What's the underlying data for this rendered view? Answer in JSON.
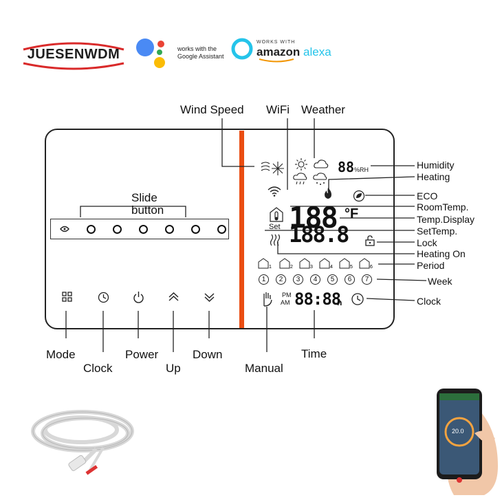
{
  "brand": {
    "logo_text": "JUESENWDM",
    "google": {
      "line1": "works with the",
      "line2": "Google Assistant"
    },
    "alexa": {
      "small": "WORKS WITH",
      "amazon": "amazon",
      "alexa": "alexa"
    }
  },
  "labels_top": {
    "wind_speed": "Wind Speed",
    "wifi": "WiFi",
    "weather": "Weather"
  },
  "slide": {
    "line1": "Slide",
    "line2": "button"
  },
  "labels_right": {
    "humidity": "Humidity",
    "heating": "Heating",
    "eco": "ECO",
    "room_temp": "RoomTemp.",
    "temp_display": "Temp.Display",
    "set_temp": "SetTemp.",
    "lock": "Lock",
    "heating_on": "Heating On",
    "period": "Period",
    "week": "Week",
    "clock": "Clock"
  },
  "labels_bottom": {
    "mode": "Mode",
    "clock": "Clock",
    "power": "Power",
    "up": "Up",
    "down": "Down",
    "manual": "Manual",
    "time": "Time"
  },
  "lcd": {
    "humidity_digits": "88",
    "humidity_unit": "%RH",
    "temp_digits": "188",
    "temp_unit": "°F",
    "set_label": "Set",
    "set_digits": "188.8",
    "pm": "PM",
    "am": "AM",
    "time_digits": "88:88",
    "time_unit": "h",
    "week_days": [
      "1",
      "2",
      "3",
      "4",
      "5",
      "6",
      "7"
    ],
    "periods": [
      "1",
      "2",
      "3",
      "4",
      "5",
      "6"
    ]
  },
  "phone": {
    "temp": "20.0"
  },
  "colors": {
    "divider": "#ea4d12",
    "alexa_blue": "#25c4ea",
    "logo_red": "#d92a2a"
  }
}
